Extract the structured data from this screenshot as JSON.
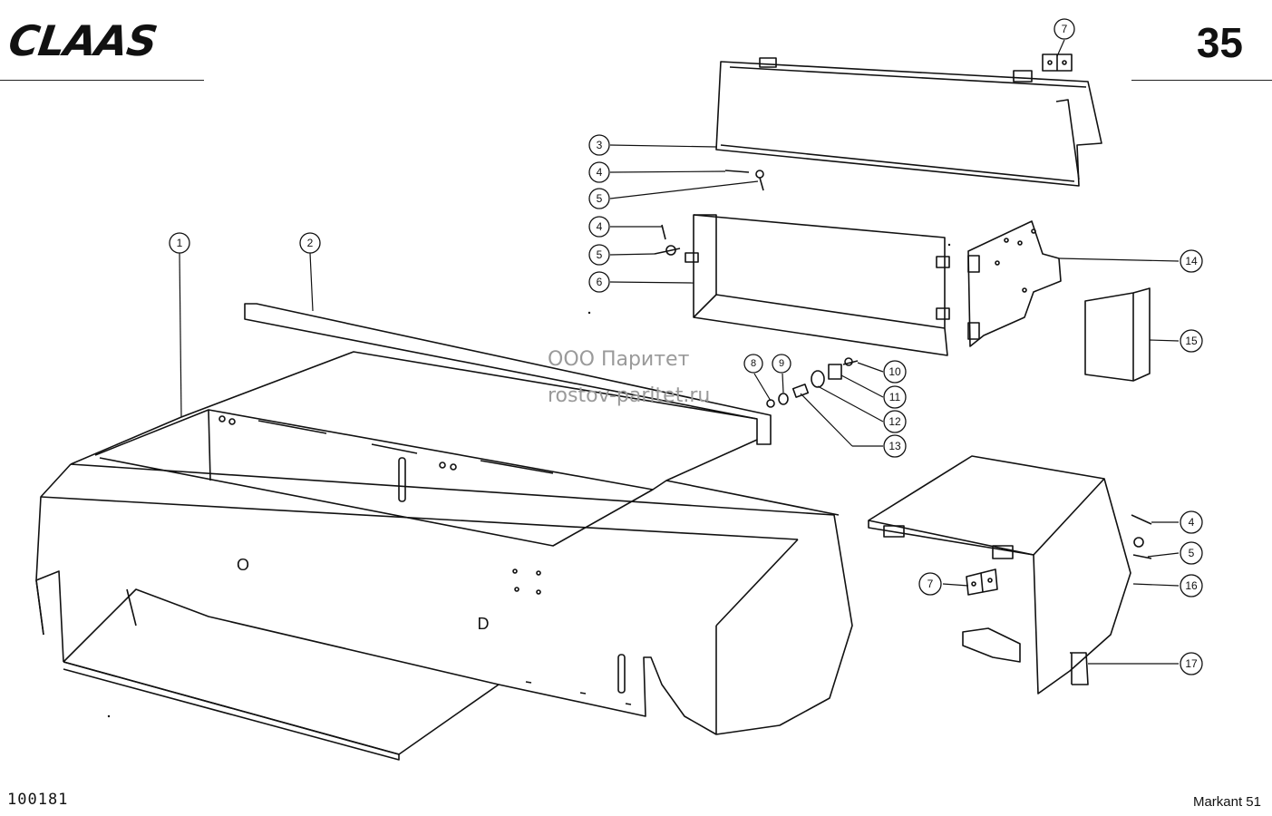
{
  "header": {
    "brand": "CLAAS",
    "page_number": "35"
  },
  "footer": {
    "drawing_number": "100181",
    "model": "Markant 51"
  },
  "watermark": {
    "line1": "ООО Паритет",
    "line2": "rostov-paritet.ru"
  },
  "callouts": [
    {
      "id": "c1",
      "label": "1"
    },
    {
      "id": "c2",
      "label": "2"
    },
    {
      "id": "c3",
      "label": "3"
    },
    {
      "id": "c4a",
      "label": "4"
    },
    {
      "id": "c5a",
      "label": "5"
    },
    {
      "id": "c4b",
      "label": "4"
    },
    {
      "id": "c5b",
      "label": "5"
    },
    {
      "id": "c6",
      "label": "6"
    },
    {
      "id": "c7a",
      "label": "7"
    },
    {
      "id": "c8",
      "label": "8"
    },
    {
      "id": "c9",
      "label": "9"
    },
    {
      "id": "c10",
      "label": "10"
    },
    {
      "id": "c11",
      "label": "11"
    },
    {
      "id": "c12",
      "label": "12"
    },
    {
      "id": "c13",
      "label": "13"
    },
    {
      "id": "c14",
      "label": "14"
    },
    {
      "id": "c15",
      "label": "15"
    },
    {
      "id": "c4c",
      "label": "4"
    },
    {
      "id": "c5c",
      "label": "5"
    },
    {
      "id": "c16",
      "label": "16"
    },
    {
      "id": "c7b",
      "label": "7"
    },
    {
      "id": "c17",
      "label": "17"
    }
  ],
  "drawing_marks": {
    "mark_o": "O",
    "mark_d": "D"
  }
}
